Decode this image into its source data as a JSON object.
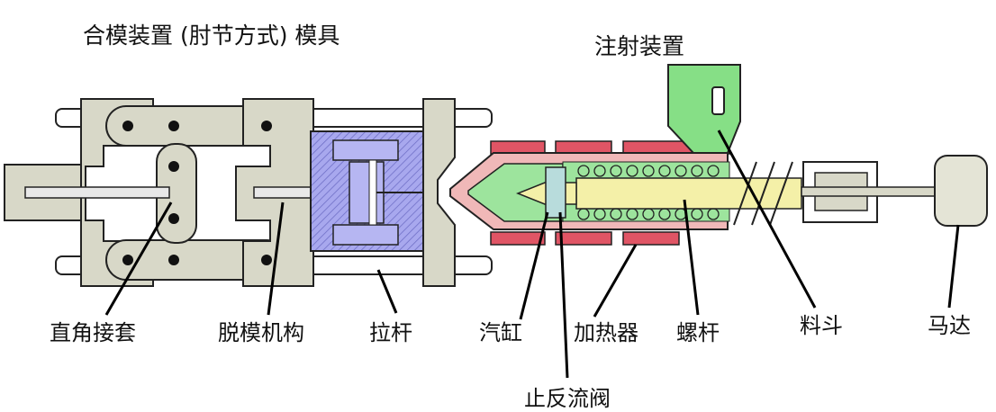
{
  "titles": {
    "clamp_unit": "合模装置 (肘节方式) 模具",
    "injection_unit": "注射装置"
  },
  "labels": {
    "toggle_joint": "直角接套",
    "ejector": "脱模机构",
    "tie_bar_1": "拉杆",
    "cylinder": "汽缸",
    "check_valve": "止反流阀",
    "heater": "加热器",
    "screw": "螺杆",
    "hopper": "料斗",
    "motor": "马达"
  },
  "colors": {
    "frame_fill": "#d8d8c8",
    "mold_fill": "#a8a8ee",
    "heater_fill": "#e05565",
    "barrel_fill": "#f0b8b8",
    "melt_fill": "#9de49d",
    "screw_fill": "#f4f0a8",
    "hopper_fill": "#86df86",
    "motor_fill": "#e4e4d6",
    "outline": "#222222"
  }
}
